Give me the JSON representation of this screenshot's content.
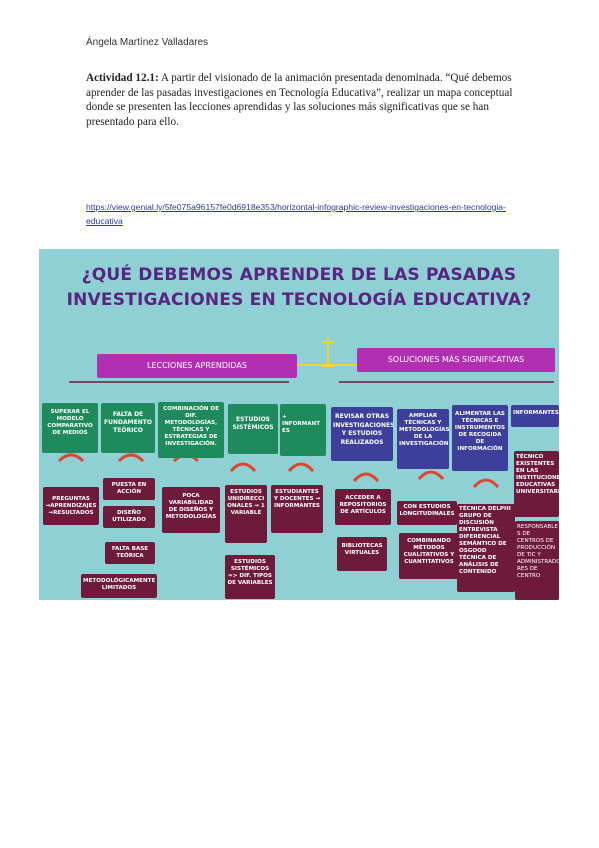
{
  "header": {
    "author": "Ángela Martínez Valladares"
  },
  "activity": {
    "label": "Actividad 12.1:",
    "text": " A partir del visionado de la animación presentada denominada. “Qué debemos aprender de las pasadas investigaciones en Tecnología Educativa”, realizar un mapa conceptual donde se presenten las lecciones aprendidas y las soluciones más significativas que se han presentado para ello."
  },
  "link": "https://view.genial.ly/5fe075a96157fe0d6918e353/horizontal-infographic-review-investigaciones-en-tecnologia-educativa",
  "infographic": {
    "title_line1": "¿QUÉ DEBEMOS APRENDER DE LAS PASADAS",
    "title_line2": "INVESTIGACIONES EN TECNOLOGÍA EDUCATIVA?",
    "left_header": "LECCIONES APRENDIDAS",
    "right_header": "SOLUCIONES MÁS SIGNIFICATIVAS",
    "colors": {
      "background": "#8fd0d4",
      "title": "#5a2580",
      "header": "#b12fb0",
      "green": "#1f8a5c",
      "blue": "#3d3f9b",
      "maroon": "#6e1a3a",
      "arrow": "#e0452e",
      "connector": "#f0d43a"
    },
    "lessons": [
      {
        "top": "SUPERAR EL MODELO COMPARATIVO DE MEDIOS",
        "items": [
          "PREGUNTAS →APRENDIZAJES →RESULTADOS"
        ]
      },
      {
        "top": "FALTA DE FUNDAMENTO TEÓRICO",
        "items": [
          "PUESTA EN ACCIÓN",
          "DISEÑO UTILIZADO",
          "FALTA BASE TEÓRICA",
          "METODOLÓGICAMENTE LIMITADOS"
        ]
      },
      {
        "top": "COMBINACIÓN DE DIF. METODOLOGÍAS, TÉCNICAS Y ESTRATEGIAS DE INVESTIGACIÓN.",
        "items": [
          "POCA VARIABILIDAD DE DISEÑOS Y METODOLOGÍAS"
        ]
      },
      {
        "top": "ESTUDIOS SISTÉMICOS",
        "items": [
          "ESTUDIOS UNIDIRECCI ONALES → 1 VARIABLE",
          "ESTUDIOS SISTÉMICOS => DIF. TIPOS DE VARIABLES"
        ]
      },
      {
        "top": "+ INFORMANT ES",
        "items": [
          "ESTUDIANTES Y DOCENTES → INFORMANTES"
        ]
      }
    ],
    "solutions": [
      {
        "top": "REVISAR OTRAS INVESTIGACIONES Y ESTUDIOS REALIZADOS",
        "items": [
          "ACCEDER A REPOSITORIOS DE ARTÍCULOS",
          "BIBLIOTECAS VIRTUALES"
        ]
      },
      {
        "top": "AMPLIAR TÉCNICAS Y METODOLOGÍAS DE LA INVESTIGACIÓN",
        "items": [
          "CON ESTUDIOS LONGITUDINALES",
          "COMBINANDO MÉTODOS CUALITATIVOS Y CUANTITATIVOS"
        ]
      },
      {
        "top": "ALIMENTAR LAS TÉCNICAS E INSTRUMENTOS DE RECOGIDA DE INFORMACIÓN",
        "items": [
          "TÉCNICA DELPHI GRUPO DE DISCUSIÓN ENTREVISTA DIFERENCIAL SEMÁNTICO DE OSGOOD TÉCNICA DE ANÁLISIS DE CONTENIDO"
        ]
      },
      {
        "top": "INFORMANTES",
        "items": [
          "TÉCNICO EXISTENTES EN LAS INSTITUCIONES EDUCATIVAS UNIVERSITARIAS",
          "RESPONSABLE S DE CENTROS DE PRODUCCIÓN DE TIC Y ADMINISTRADO RES DE CENTRO"
        ]
      }
    ]
  }
}
